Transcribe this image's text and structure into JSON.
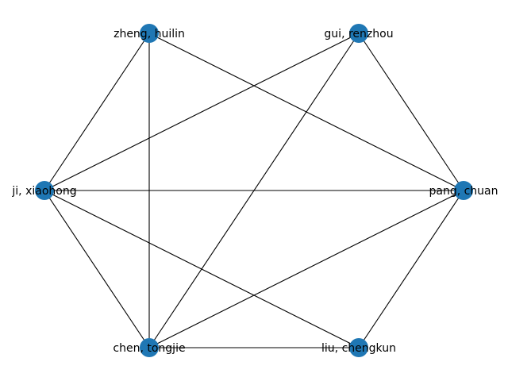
{
  "graph": {
    "type": "network",
    "node_color": "#1f77b4",
    "edge_color": "#000000",
    "nodes": [
      {
        "id": "zheng",
        "label": "zheng, huilin"
      },
      {
        "id": "gui",
        "label": "gui, renzhou"
      },
      {
        "id": "ji",
        "label": "ji, xiaohong"
      },
      {
        "id": "pang",
        "label": "pang, chuan"
      },
      {
        "id": "chen",
        "label": "chen, tongjie"
      },
      {
        "id": "liu",
        "label": "liu, chengkun"
      }
    ],
    "edges": [
      [
        "zheng",
        "ji"
      ],
      [
        "zheng",
        "chen"
      ],
      [
        "zheng",
        "pang"
      ],
      [
        "gui",
        "ji"
      ],
      [
        "gui",
        "chen"
      ],
      [
        "gui",
        "pang"
      ],
      [
        "ji",
        "pang"
      ],
      [
        "ji",
        "chen"
      ],
      [
        "ji",
        "liu"
      ],
      [
        "chen",
        "pang"
      ],
      [
        "chen",
        "liu"
      ],
      [
        "pang",
        "liu"
      ]
    ]
  }
}
